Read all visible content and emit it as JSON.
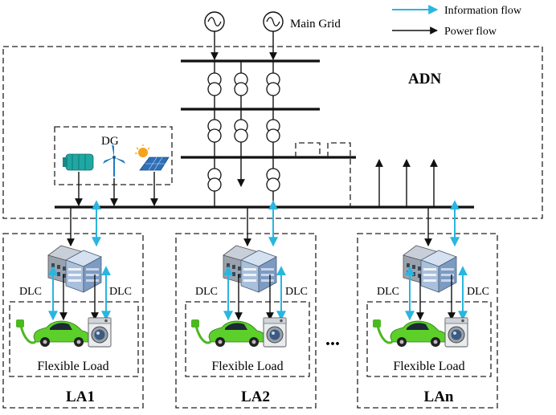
{
  "legend": {
    "information_flow": "Information flow",
    "power_flow": "Power flow"
  },
  "labels": {
    "main_grid": "Main Grid",
    "adn": "ADN",
    "dg": "DG",
    "dlc": "DLC",
    "flexible_load": "Flexible Load",
    "ellipsis": "..."
  },
  "areas": [
    {
      "name": "LA1"
    },
    {
      "name": "LA2"
    },
    {
      "name": "LAn"
    }
  ],
  "colors": {
    "information_flow": "#29b6e0",
    "power_flow": "#111111",
    "ev_body": "#5ccf2a",
    "generator": "#1fa7a3",
    "solar_panel": "#2f6fb8",
    "sun": "#f6a21a"
  }
}
